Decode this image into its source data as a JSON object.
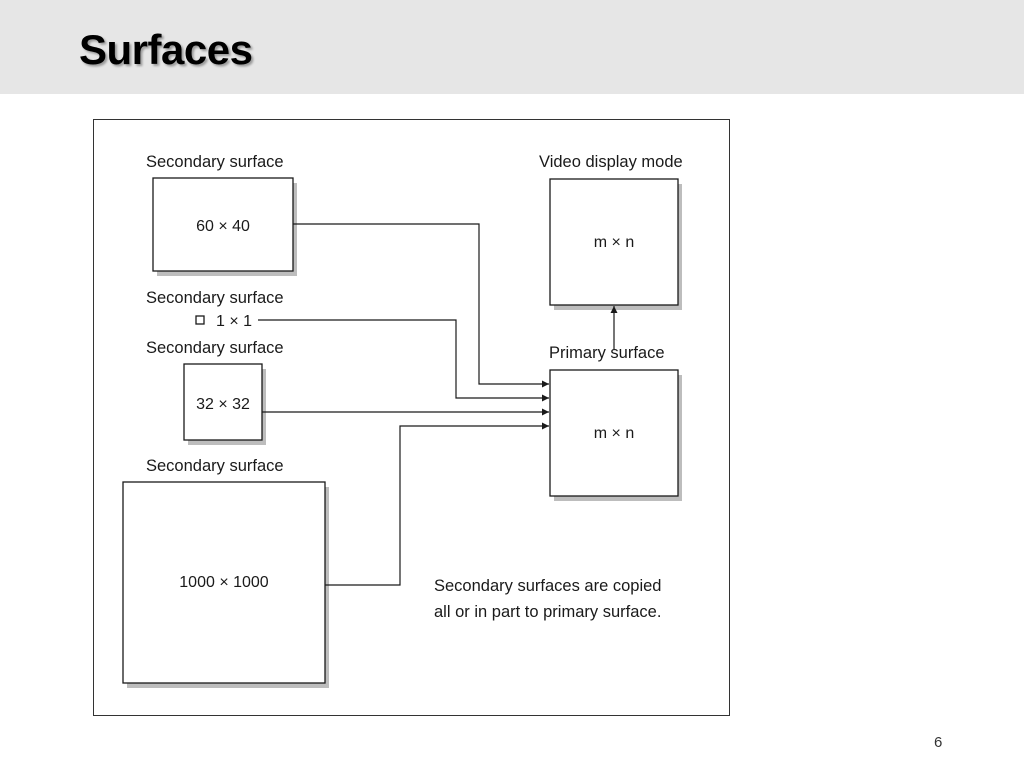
{
  "slide": {
    "title": "Surfaces",
    "page_number": "6"
  },
  "diagram": {
    "secondary_label": "Secondary surface",
    "surface_60x40": "60 × 40",
    "surface_1x1": "1 × 1",
    "surface_32x32": "32 × 32",
    "surface_1000x1000": "1000 × 1000",
    "video_display_label": "Video display mode",
    "video_display_size": "m × n",
    "primary_label": "Primary surface",
    "primary_size": "m × n",
    "note_line1": "Secondary surfaces are copied",
    "note_line2": "all or in part to primary surface."
  }
}
